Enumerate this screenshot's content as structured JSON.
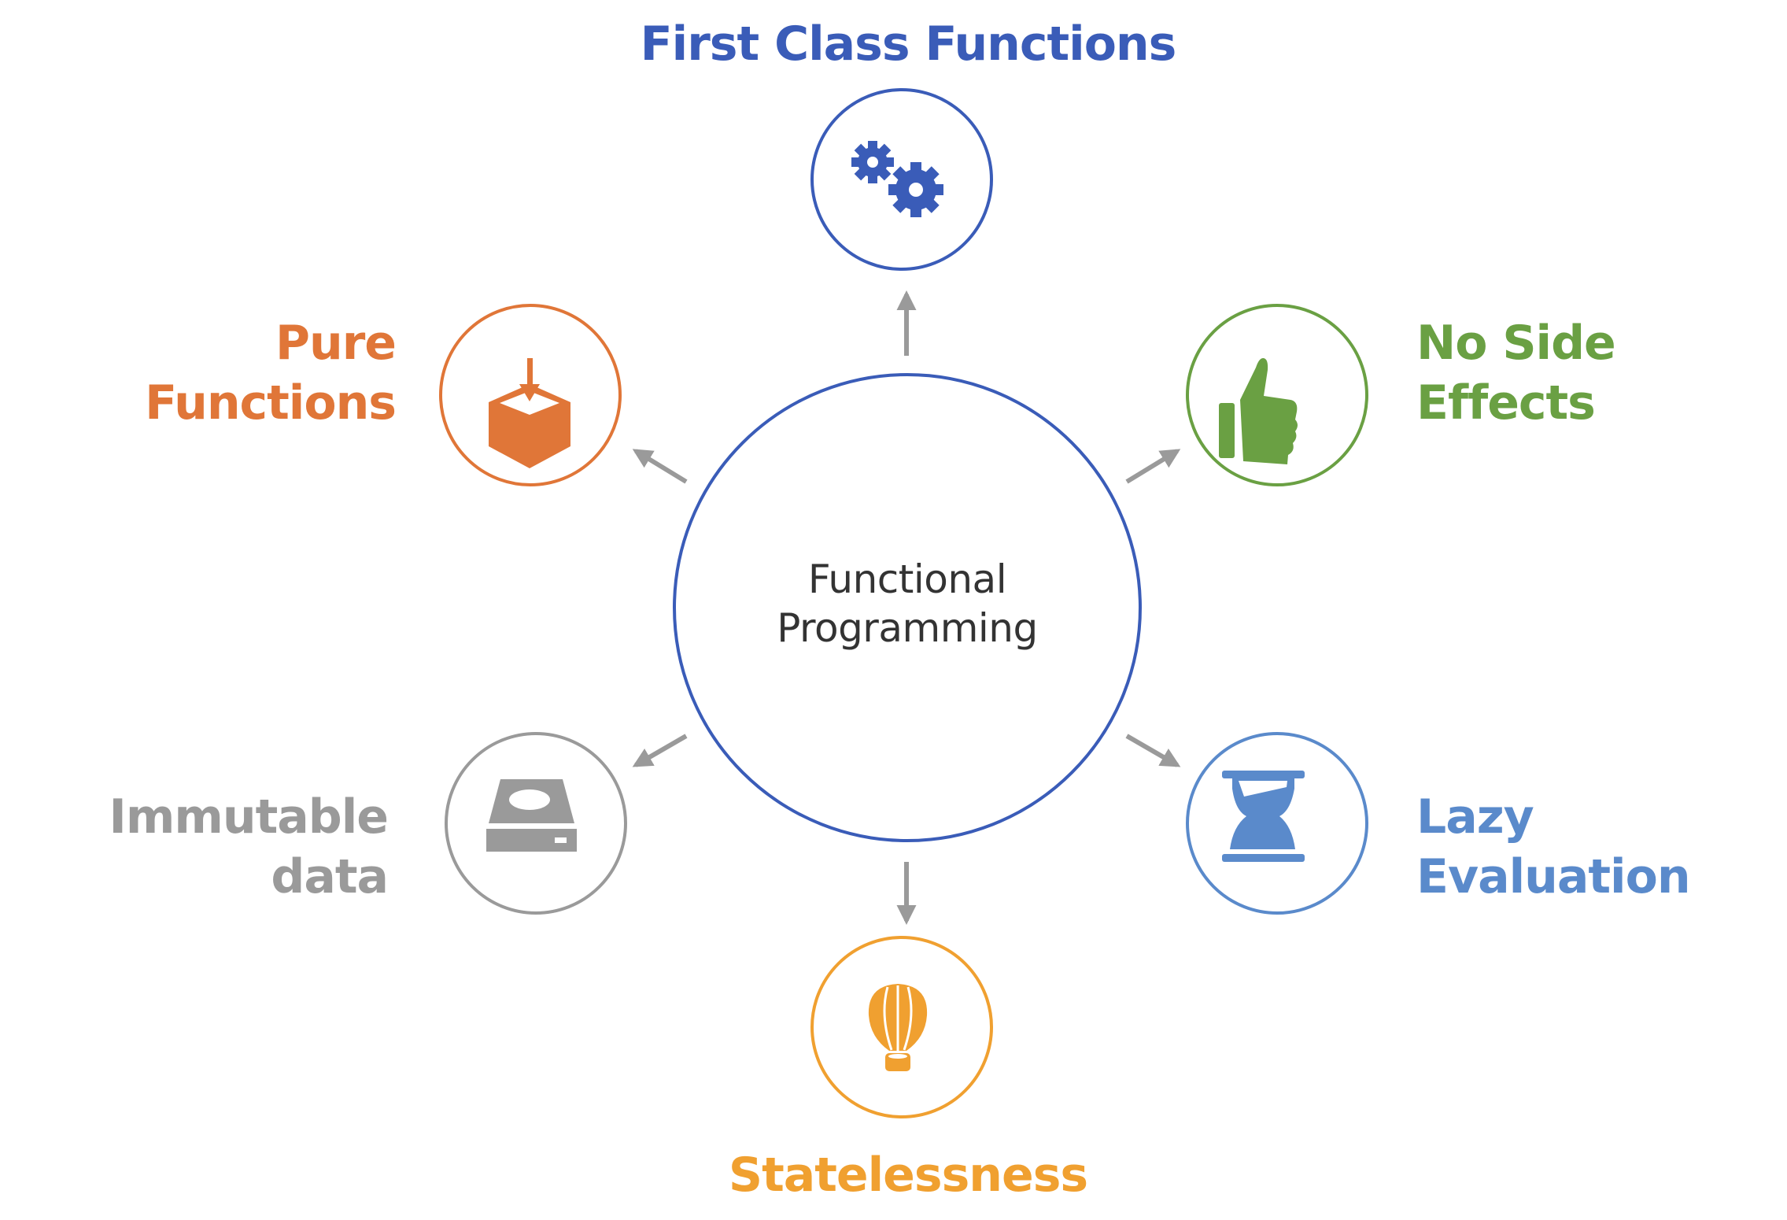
{
  "center": {
    "lines": [
      "Functional",
      "Programming"
    ],
    "color": "#3a5cb8",
    "text_color": "#333333"
  },
  "concepts": [
    {
      "id": "first-class-functions",
      "lines": [
        "First Class Functions"
      ],
      "icon": "gears-icon",
      "color": "#3a5cb8"
    },
    {
      "id": "no-side-effects",
      "lines": [
        "No Side",
        "Effects"
      ],
      "icon": "thumbs-up-icon",
      "color": "#6aa043"
    },
    {
      "id": "lazy-evaluation",
      "lines": [
        "Lazy",
        "Evaluation"
      ],
      "icon": "hourglass-icon",
      "color": "#5a8acb"
    },
    {
      "id": "statelessness",
      "lines": [
        "Statelessness"
      ],
      "icon": "hot-air-balloon-icon",
      "color": "#f0a030"
    },
    {
      "id": "immutable-data",
      "lines": [
        "Immutable",
        "data"
      ],
      "icon": "hard-drive-icon",
      "color": "#9a9a9a"
    },
    {
      "id": "pure-functions",
      "lines": [
        "Pure",
        "Functions"
      ],
      "icon": "box-download-icon",
      "color": "#e07638"
    }
  ],
  "arrow_color": "#9a9a9a"
}
